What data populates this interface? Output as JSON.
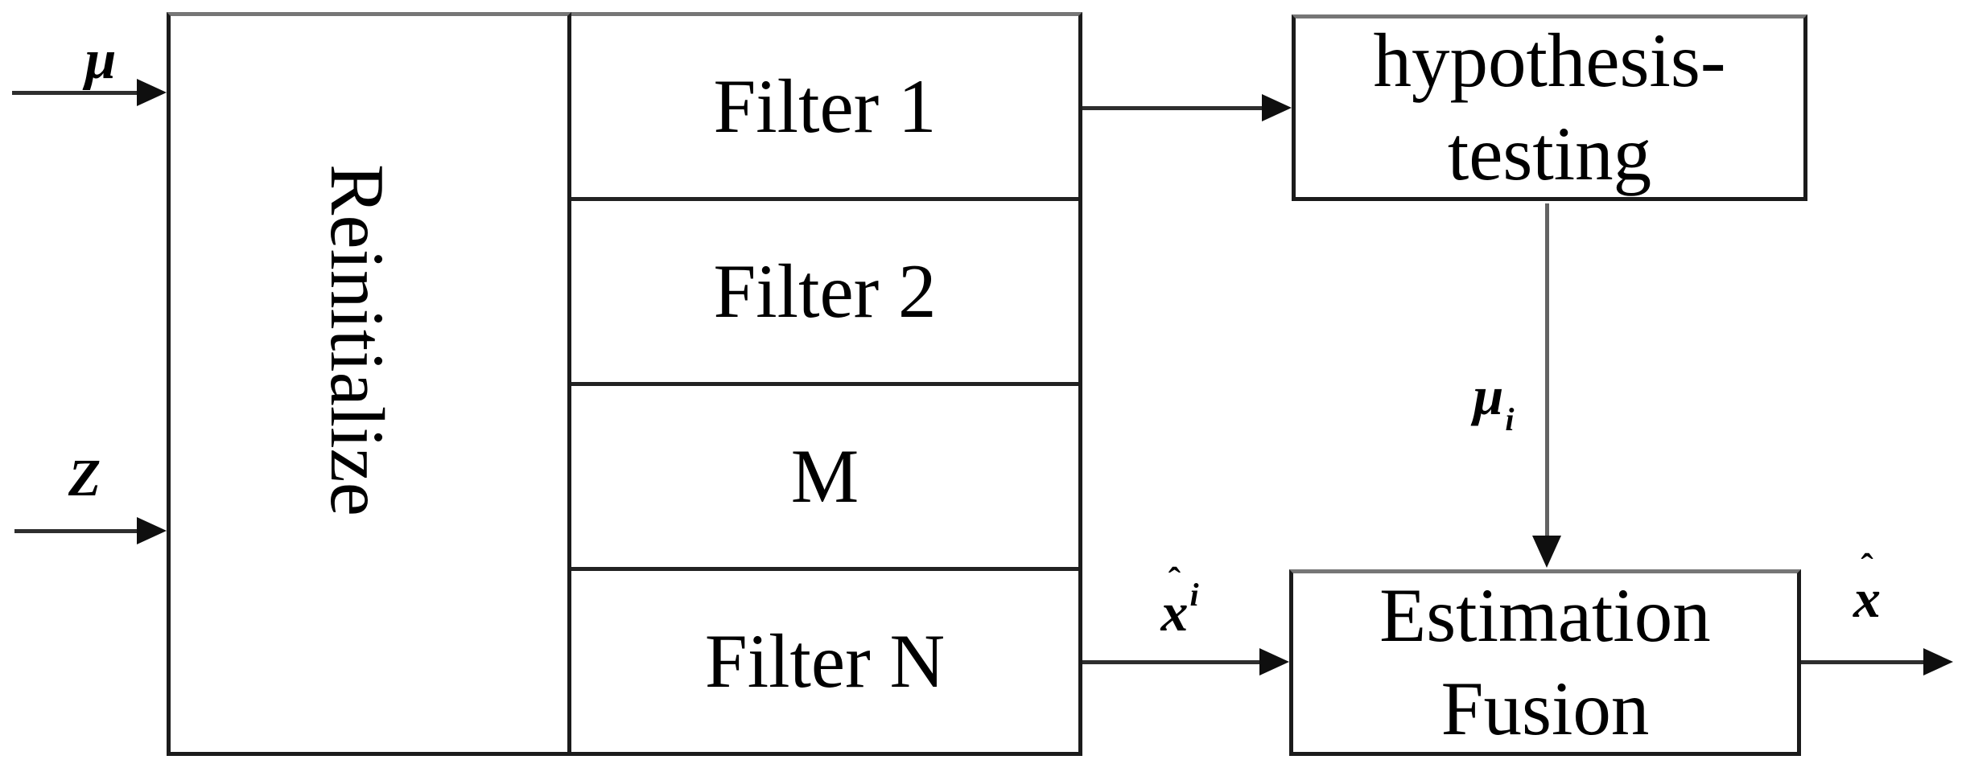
{
  "figure": {
    "background": "#ffffff",
    "line_color": "#2e2e2e",
    "border_color": "#1b1b1b",
    "text_color": "#000000",
    "blocks": {
      "reinitialize": {
        "label": "Reinitialize"
      },
      "filter_bank": [
        {
          "label": "Filter 1"
        },
        {
          "label": "Filter 2"
        },
        {
          "label": "M"
        },
        {
          "label": "Filter N"
        }
      ],
      "hypothesis_testing": {
        "line1": "hypothesis-",
        "line2": "testing"
      },
      "estimation_fusion": {
        "line1": "Estimation",
        "line2": "Fusion"
      }
    },
    "labels": {
      "mu_input": "μ",
      "z_input": "Z",
      "mu_i": {
        "base": "μ",
        "sub": "i"
      },
      "xhat_i": {
        "base": "x",
        "hat": "ˆ",
        "sub": "i"
      },
      "xhat_out": {
        "base": "x",
        "hat": "ˆ"
      }
    }
  }
}
